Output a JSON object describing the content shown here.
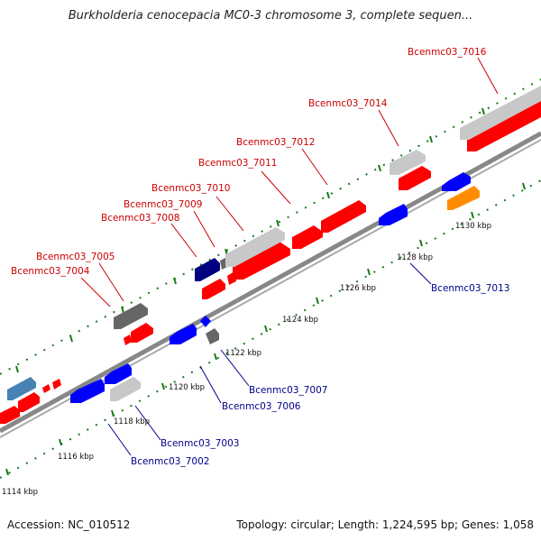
{
  "title": "Burkholderia cenocepacia MC0-3 chromosome 3, complete sequen...",
  "footer": {
    "accession": "Accession: NC_010512",
    "summary": "Topology: circular; Length: 1,224,595 bp; Genes: 1,058"
  },
  "colors": {
    "forward": "#ff0000",
    "reverse": "#0000ff",
    "grey": "#c8c8c8",
    "dark_grey": "#666666",
    "navy": "#000080",
    "steel_blue": "#4682b4",
    "orange": "#ff8c00",
    "forward_label": "#cc0000",
    "reverse_label": "#00008b",
    "tick": "#1a7a1a"
  },
  "kbp_ticks": [
    "1114 kbp",
    "1116 kbp",
    "1118 kbp",
    "1120 kbp",
    "1122 kbp",
    "1124 kbp",
    "1126 kbp",
    "1128 kbp",
    "1130 kbp"
  ],
  "forward_labels": [
    "Bcenmc03_7004",
    "Bcenmc03_7005",
    "Bcenmc03_7008",
    "Bcenmc03_7009",
    "Bcenmc03_7010",
    "Bcenmc03_7011",
    "Bcenmc03_7012",
    "Bcenmc03_7014",
    "Bcenmc03_7016"
  ],
  "reverse_labels": [
    "Bcenmc03_7002",
    "Bcenmc03_7003",
    "Bcenmc03_7006",
    "Bcenmc03_7007",
    "Bcenmc03_7013"
  ]
}
